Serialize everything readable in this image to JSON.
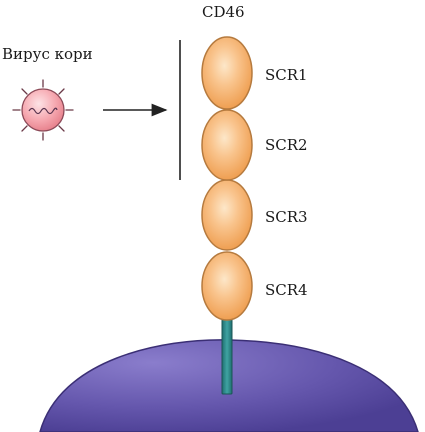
{
  "receptor": {
    "name": "CD46",
    "domains": [
      {
        "label": "SCR1"
      },
      {
        "label": "SCR2"
      },
      {
        "label": "SCR3"
      },
      {
        "label": "SCR4"
      }
    ]
  },
  "virus": {
    "label": "Вирус кори"
  },
  "colors": {
    "domain_fill": "#f5b678",
    "domain_stroke": "#b57a3e",
    "domain_highlight": "#fde7c9",
    "stalk": "#2c8a8a",
    "cell": "#6a5cb0",
    "cell_stroke": "#3b2f75",
    "virus_fill": "#f4a0a8",
    "virus_stroke": "#8c4a58",
    "lines": "#222222"
  },
  "icons": {
    "virus": "measles-virus-icon",
    "arrow": "binding-arrow-icon"
  }
}
